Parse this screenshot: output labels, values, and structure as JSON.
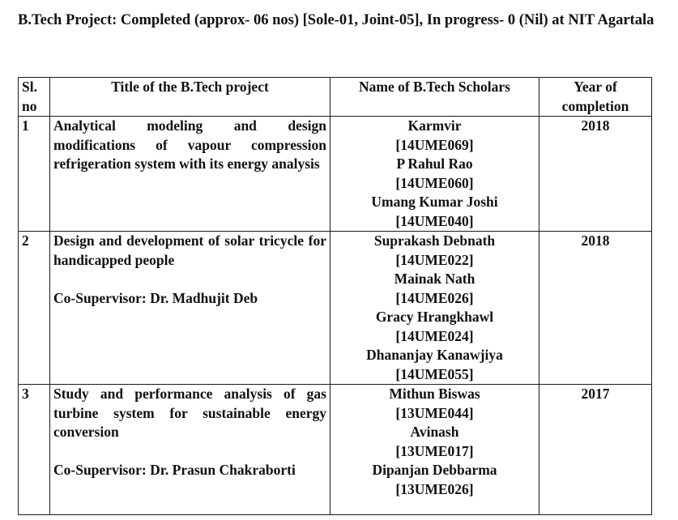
{
  "heading": "B.Tech Project: Completed (approx- 06 nos) [Sole-01, Joint-05], In progress- 0 (Nil) at NIT Agartala",
  "table": {
    "headers": {
      "sl": "Sl. no",
      "title": "Title of the B.Tech project",
      "scholars": "Name of B.Tech Scholars",
      "year": "Year of completion"
    },
    "rows": [
      {
        "sl": "1",
        "title": "Analytical modeling and design modifications of vapour compression refrigeration system with its energy analysis",
        "cosupervisor": "",
        "scholars": [
          "Karmvir",
          "[14UME069]",
          "P Rahul Rao",
          "[14UME060]",
          "Umang Kumar Joshi",
          "[14UME040]"
        ],
        "year": "2018"
      },
      {
        "sl": "2",
        "title": "Design and development of solar tricycle for handicapped people",
        "cosupervisor": "Co-Supervisor: Dr. Madhujit Deb",
        "scholars": [
          "Suprakash Debnath",
          "[14UME022]",
          "Mainak Nath",
          "[14UME026]",
          "Gracy Hrangkhawl",
          "[14UME024]",
          "Dhananjay Kanawjiya",
          "[14UME055]"
        ],
        "year": "2018"
      },
      {
        "sl": "3",
        "title": "Study and performance analysis of gas turbine system for sustainable energy conversion",
        "cosupervisor": "Co-Supervisor: Dr. Prasun Chakraborti",
        "scholars": [
          "Mithun Biswas",
          "[13UME044]",
          "Avinash",
          "[13UME017]",
          "Dipanjan Debbarma",
          "[13UME026]"
        ],
        "year": "2017"
      }
    ]
  }
}
